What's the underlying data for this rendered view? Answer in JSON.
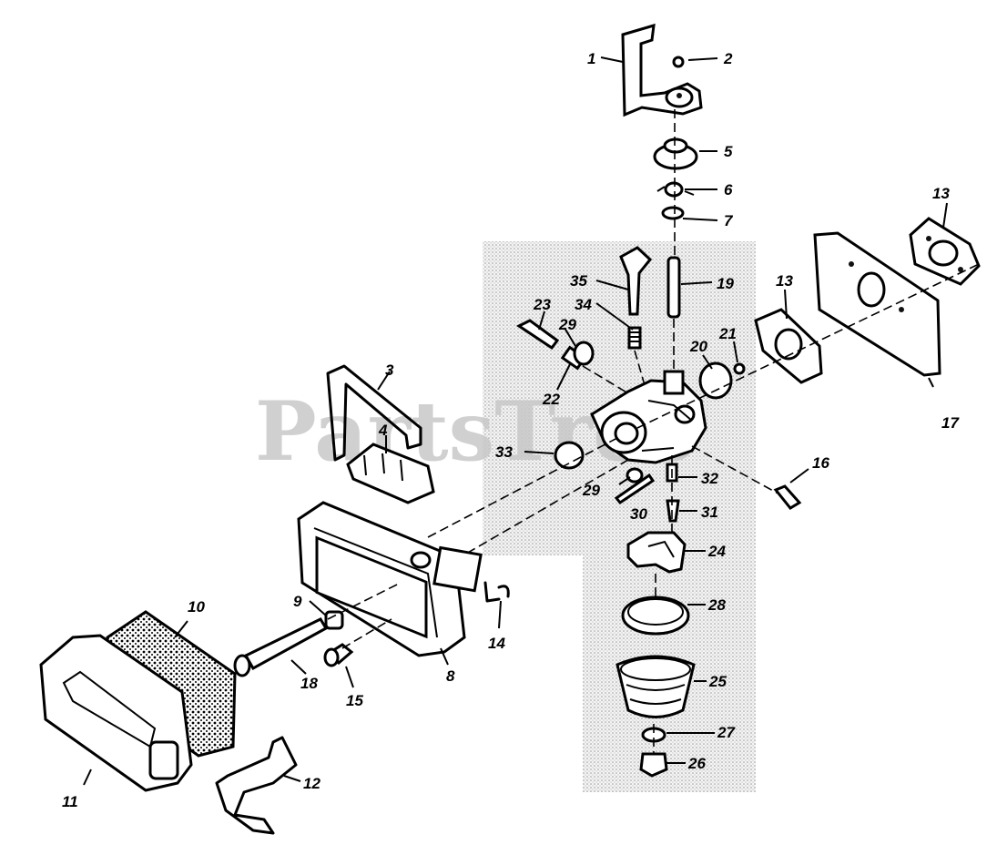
{
  "watermark": "PartsTree",
  "parts": [
    {
      "id": "p1",
      "label": "1"
    },
    {
      "id": "p2",
      "label": "2"
    },
    {
      "id": "p3",
      "label": "3"
    },
    {
      "id": "p4",
      "label": "4"
    },
    {
      "id": "p5",
      "label": "5"
    },
    {
      "id": "p6",
      "label": "6"
    },
    {
      "id": "p7",
      "label": "7"
    },
    {
      "id": "p8",
      "label": "8"
    },
    {
      "id": "p9",
      "label": "9"
    },
    {
      "id": "p10",
      "label": "10"
    },
    {
      "id": "p11",
      "label": "11"
    },
    {
      "id": "p12",
      "label": "12"
    },
    {
      "id": "p13a",
      "label": "13"
    },
    {
      "id": "p13b",
      "label": "13"
    },
    {
      "id": "p14",
      "label": "14"
    },
    {
      "id": "p15",
      "label": "15"
    },
    {
      "id": "p16",
      "label": "16"
    },
    {
      "id": "p17",
      "label": "17"
    },
    {
      "id": "p18",
      "label": "18"
    },
    {
      "id": "p19",
      "label": "19"
    },
    {
      "id": "p20",
      "label": "20"
    },
    {
      "id": "p21",
      "label": "21"
    },
    {
      "id": "p22",
      "label": "22"
    },
    {
      "id": "p23",
      "label": "23"
    },
    {
      "id": "p24",
      "label": "24"
    },
    {
      "id": "p25",
      "label": "25"
    },
    {
      "id": "p26",
      "label": "26"
    },
    {
      "id": "p27",
      "label": "27"
    },
    {
      "id": "p28",
      "label": "28"
    },
    {
      "id": "p29a",
      "label": "29"
    },
    {
      "id": "p29b",
      "label": "29"
    },
    {
      "id": "p30",
      "label": "30"
    },
    {
      "id": "p31",
      "label": "31"
    },
    {
      "id": "p32",
      "label": "32"
    },
    {
      "id": "p33",
      "label": "33"
    },
    {
      "id": "p34",
      "label": "34"
    },
    {
      "id": "p35",
      "label": "35"
    }
  ]
}
